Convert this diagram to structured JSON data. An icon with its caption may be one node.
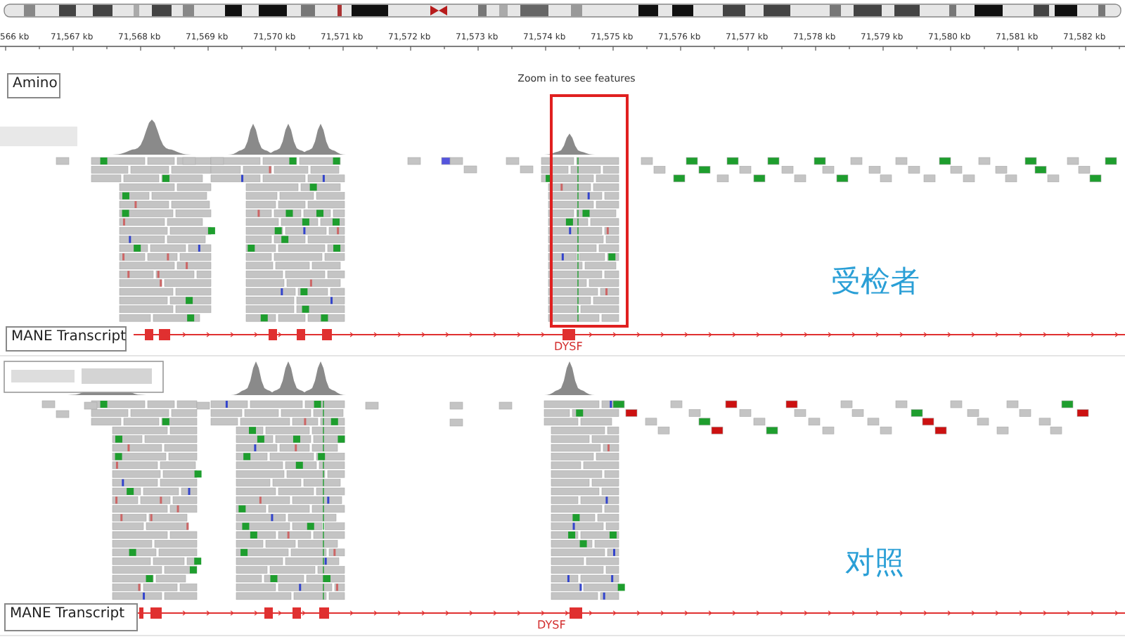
{
  "diagram": {
    "nodes": [
      {
        "text": [
          "Amino"
        ]
      },
      {
        "text": [
          "Zoom in to see features"
        ]
      },
      {
        "text": [
          "MANE Transcript"
        ]
      },
      {
        "text": [
          "MANE Transcript"
        ]
      }
    ],
    "labels": [
      "566 kb",
      "71,567 kb",
      "71,568 kb",
      "71,569 kb",
      "71,570 kb",
      "71,571 kb",
      "71,572 kb",
      "71,573 kb",
      "71,574 kb",
      "71,575 kb",
      "71,576 kb",
      "71,577 kb",
      "71,578 kb",
      "71,579 kb",
      "71,580 kb",
      "71,581 kb",
      "71,582 kb",
      "受检者",
      "DYSF",
      "对照",
      "DYSF"
    ]
  }
}
